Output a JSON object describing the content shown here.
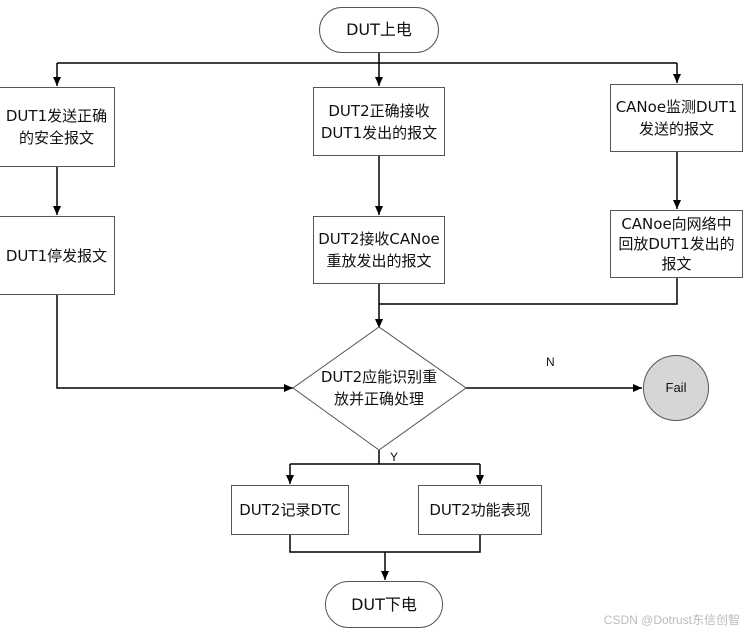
{
  "flowchart": {
    "start": "DUT上电",
    "branch_left": {
      "step1": "DUT1发送正确\n的安全报文",
      "step2": "DUT1停发报文"
    },
    "branch_middle": {
      "step1": "DUT2正确接收\nDUT1发出的报文",
      "step2": "DUT2接收CANoe\n重放发出的报文"
    },
    "branch_right": {
      "step1": "CANoe监测DUT1\n发送的报文",
      "step2": "CANoe向网络中\n回放DUT1发出的\n报文"
    },
    "decision": "DUT2应能识别重\n放并正确处理",
    "no_label": "N",
    "yes_label": "Y",
    "fail": "Fail",
    "outcome_left": "DUT2记录DTC",
    "outcome_right": "DUT2功能表现",
    "end": "DUT下电"
  },
  "watermark": "CSDN @Dotrust东信创智"
}
